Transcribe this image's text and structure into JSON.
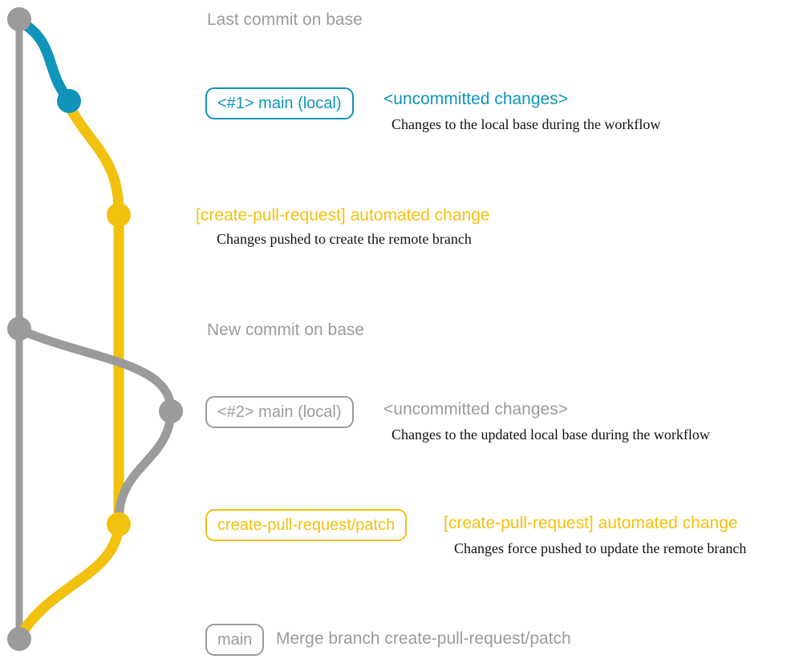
{
  "colors": {
    "gray": "#9b9b9b",
    "blue": "#1094ba",
    "yellow": "#f2c10e",
    "subtitle": "#111111",
    "background": "#ffffff"
  },
  "graph": {
    "rows": {
      "last_commit": {
        "text": "Last commit on base"
      },
      "main_local_1": {
        "badge": "<#1> main (local)",
        "title": "<uncommitted changes>",
        "subtitle": "Changes to the local base during the workflow"
      },
      "cpr_commit_1": {
        "title": "[create-pull-request] automated change",
        "subtitle": "Changes pushed to create the remote branch"
      },
      "new_commit": {
        "text": "New commit on base"
      },
      "main_local_2": {
        "badge": "<#2> main (local)",
        "title": "<uncommitted changes>",
        "subtitle": "Changes to the updated local base during the workflow"
      },
      "cpr_commit_2": {
        "badge": "create-pull-request/patch",
        "title": "[create-pull-request] automated change",
        "subtitle": "Changes force pushed to update the remote branch"
      },
      "merge_commit": {
        "badge": "main",
        "title": "Merge branch create-pull-request/patch"
      }
    }
  }
}
